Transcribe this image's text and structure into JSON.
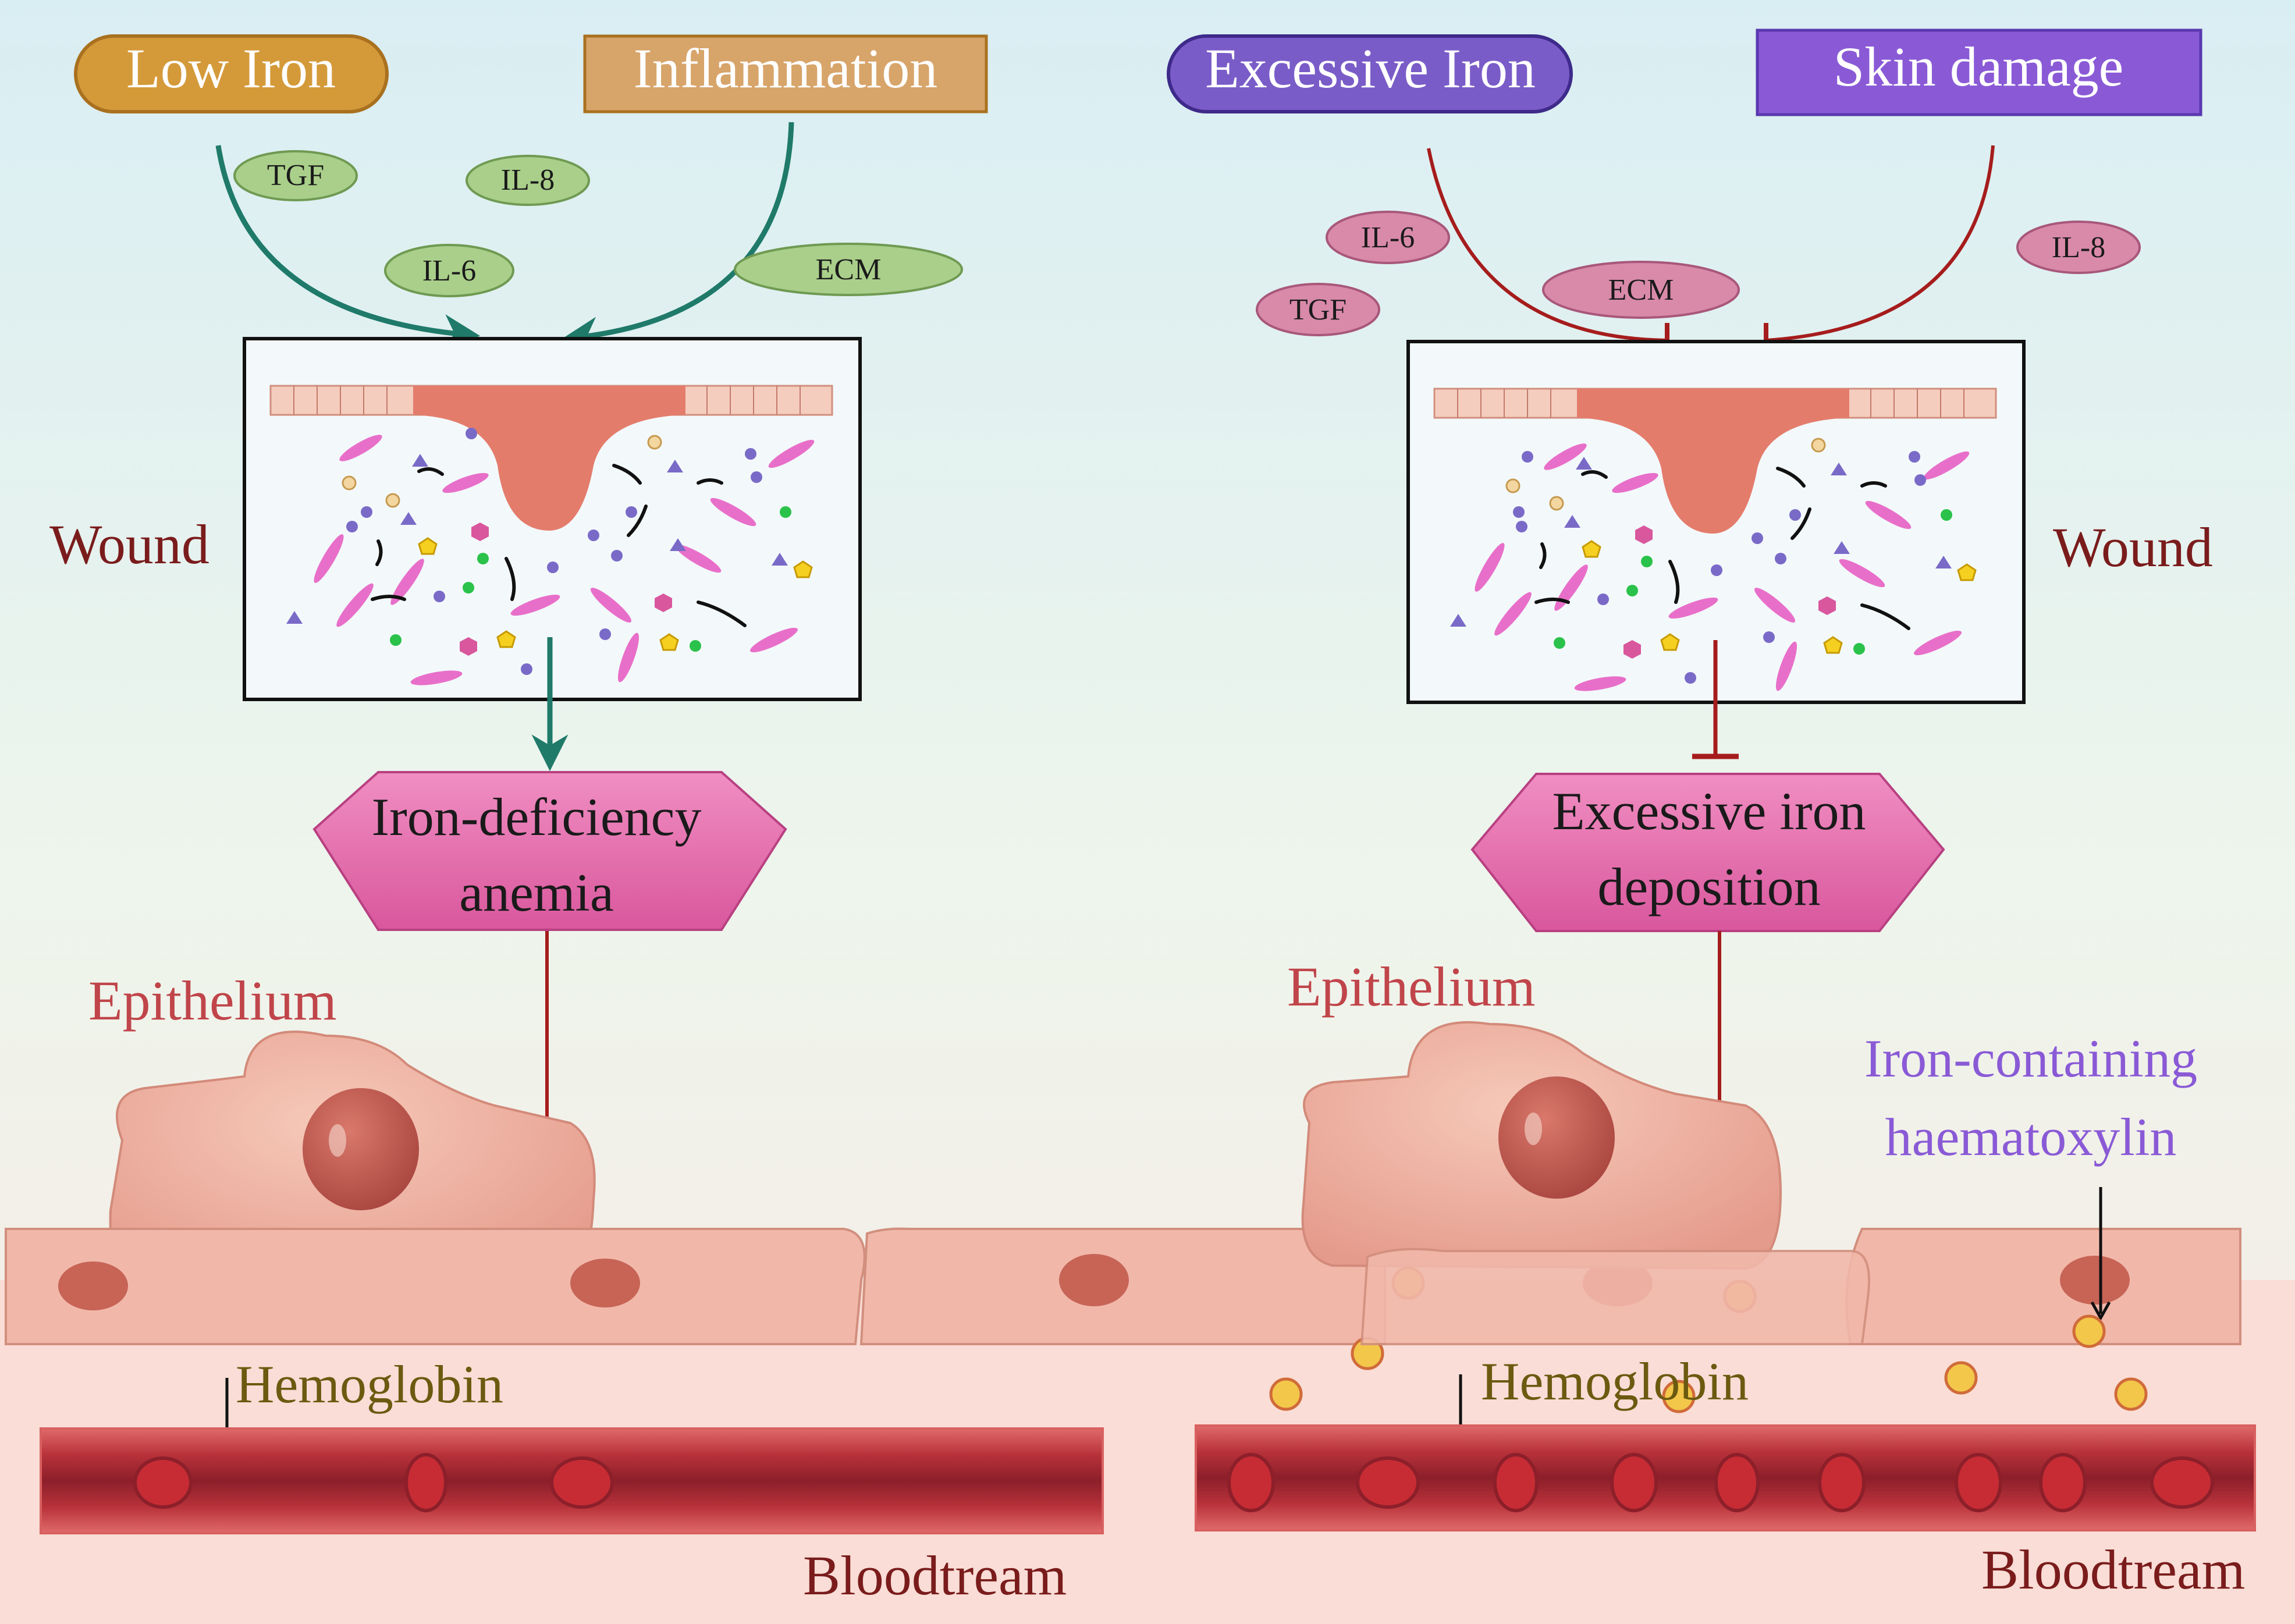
{
  "left_panel": {
    "condition_pill": "Low Iron",
    "trigger_box": "Inflammation",
    "factors": [
      "TGF",
      "IL-8",
      "IL-6",
      "ECM"
    ],
    "side_label": "Wound",
    "outcome_line1": "Iron-deficiency",
    "outcome_line2": "anemia",
    "epithelium_label": "Epithelium",
    "hemoglobin_label": "Hemoglobin",
    "bloodstream_label": "Bloodtream"
  },
  "right_panel": {
    "condition_pill": "Excessive Iron",
    "trigger_box": "Skin damage",
    "factors": [
      "IL-6",
      "ECM",
      "TGF",
      "IL-8"
    ],
    "side_label": "Wound",
    "outcome_line1": "Excessive iron",
    "outcome_line2": "deposition",
    "epithelium_label": "Epithelium",
    "iron_label_line1": "Iron-containing",
    "iron_label_line2": "haematoxylin",
    "hemoglobin_label": "Hemoglobin",
    "bloodstream_label": "Bloodtream"
  },
  "colors": {
    "promote_arrow": "#1f7a6a",
    "inhibit_arrow": "#a61c1c",
    "low_iron": "#d49a3a",
    "inflammation": "#d7a46a",
    "excessive_iron": "#7a5cc8",
    "skin_damage": "#8a5ad6",
    "factor_green": "#a9cf8a",
    "factor_pink": "#d98aa8",
    "outcome": "#e066a8",
    "epithelium_text": "#c0454a",
    "label_dark": "#7a1c1c",
    "hemoglobin_text": "#6b5a10",
    "iron_text": "#8a5ad6"
  }
}
